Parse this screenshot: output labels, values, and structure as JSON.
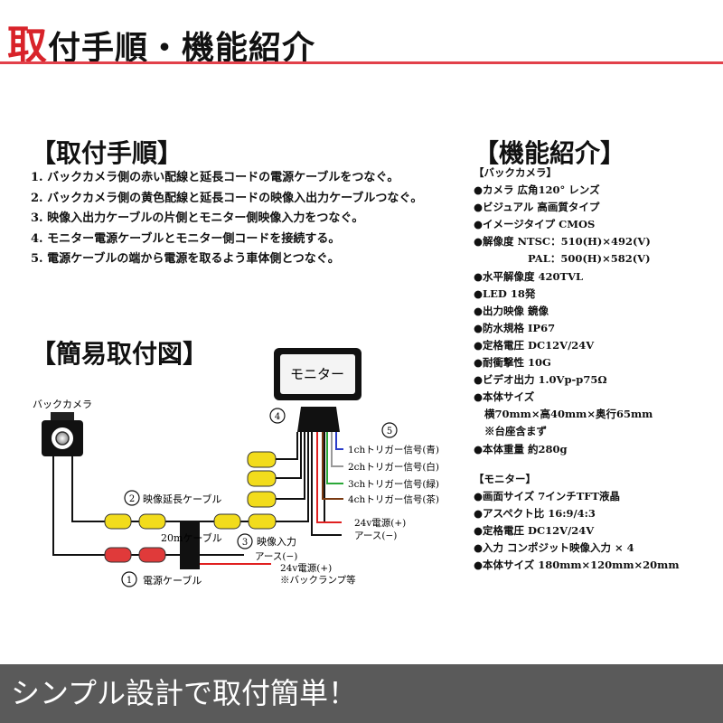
{
  "header": {
    "title_first": "取",
    "title_rest": "付手順・機能紹介"
  },
  "install": {
    "title": "【取付手順】",
    "steps": [
      "1. バックカメラ側の赤い配線と延長コードの電源ケーブルをつなぐ。",
      "2. バックカメラ側の黄色配線と延長コードの映像入出力ケーブルつなぐ。",
      "3. 映像入出力ケーブルの片側とモニター側映像入力をつなぐ。",
      "4. モニター電源ケーブルとモニター側コードを接続する。",
      "5. 電源ケーブルの端から電源を取るよう車体側とつなぐ。"
    ]
  },
  "features": {
    "title": "【機能紹介】",
    "camera_heading": "【バックカメラ】",
    "camera_items": [
      "●カメラ 広角120° レンズ",
      "●ビジュアル 高画質タイプ",
      "●イメージタイプ CMOS",
      "●解像度 NTSC：510(H)×492(V)",
      "PAL：500(H)×582(V)",
      "●水平解像度 420TVL",
      "●LED 18発",
      "●出力映像 鏡像",
      "●防水規格 IP67",
      "●定格電圧 DC12V/24V",
      "●耐衝撃性 10G",
      "●ビデオ出力 1.0Vp-p75Ω",
      "●本体サイズ",
      "横70mm×高40mm×奥行65mm",
      "※台座含まず",
      "●本体重量 約280g"
    ],
    "monitor_heading": "【モニター】",
    "monitor_items": [
      "●画面サイズ 7インチTFT液晶",
      "●アスペクト比 16:9/4:3",
      "●定格電圧 DC12V/24V",
      "●入力 コンポジット映像入力 × 4",
      "●本体サイズ 180mm×120mm×20mm"
    ]
  },
  "diagram": {
    "title": "【簡易取付図】",
    "camera_label": "バックカメラ",
    "monitor_label": "モニター",
    "num1": "1",
    "num2": "2",
    "num3": "3",
    "num4": "4",
    "num5": "5",
    "cable_video_ext": "映像延長ケーブル",
    "cable_20m": "20mケーブル",
    "video_in": "映像入力",
    "earth_a": "アース(−)",
    "v24_a": "24v電源(+)",
    "back_lamp": "※バックランプ等",
    "power_cable": "電源ケーブル",
    "trig1": "1chトリガー信号(青)",
    "trig2": "2chトリガー信号(白)",
    "trig3": "3chトリガー信号(緑)",
    "trig4": "4chトリガー信号(茶)",
    "v24_b": "24v電源(+)",
    "earth_b": "アース(−)",
    "colors": {
      "yellow": "#f2dc1c",
      "red": "#e03a3a",
      "blue": "#2a3cc8",
      "green": "#2aa838",
      "brown": "#7a3a12",
      "wire_red": "#e02020"
    }
  },
  "footer": {
    "text": "シンプル設計で取付簡単！"
  }
}
